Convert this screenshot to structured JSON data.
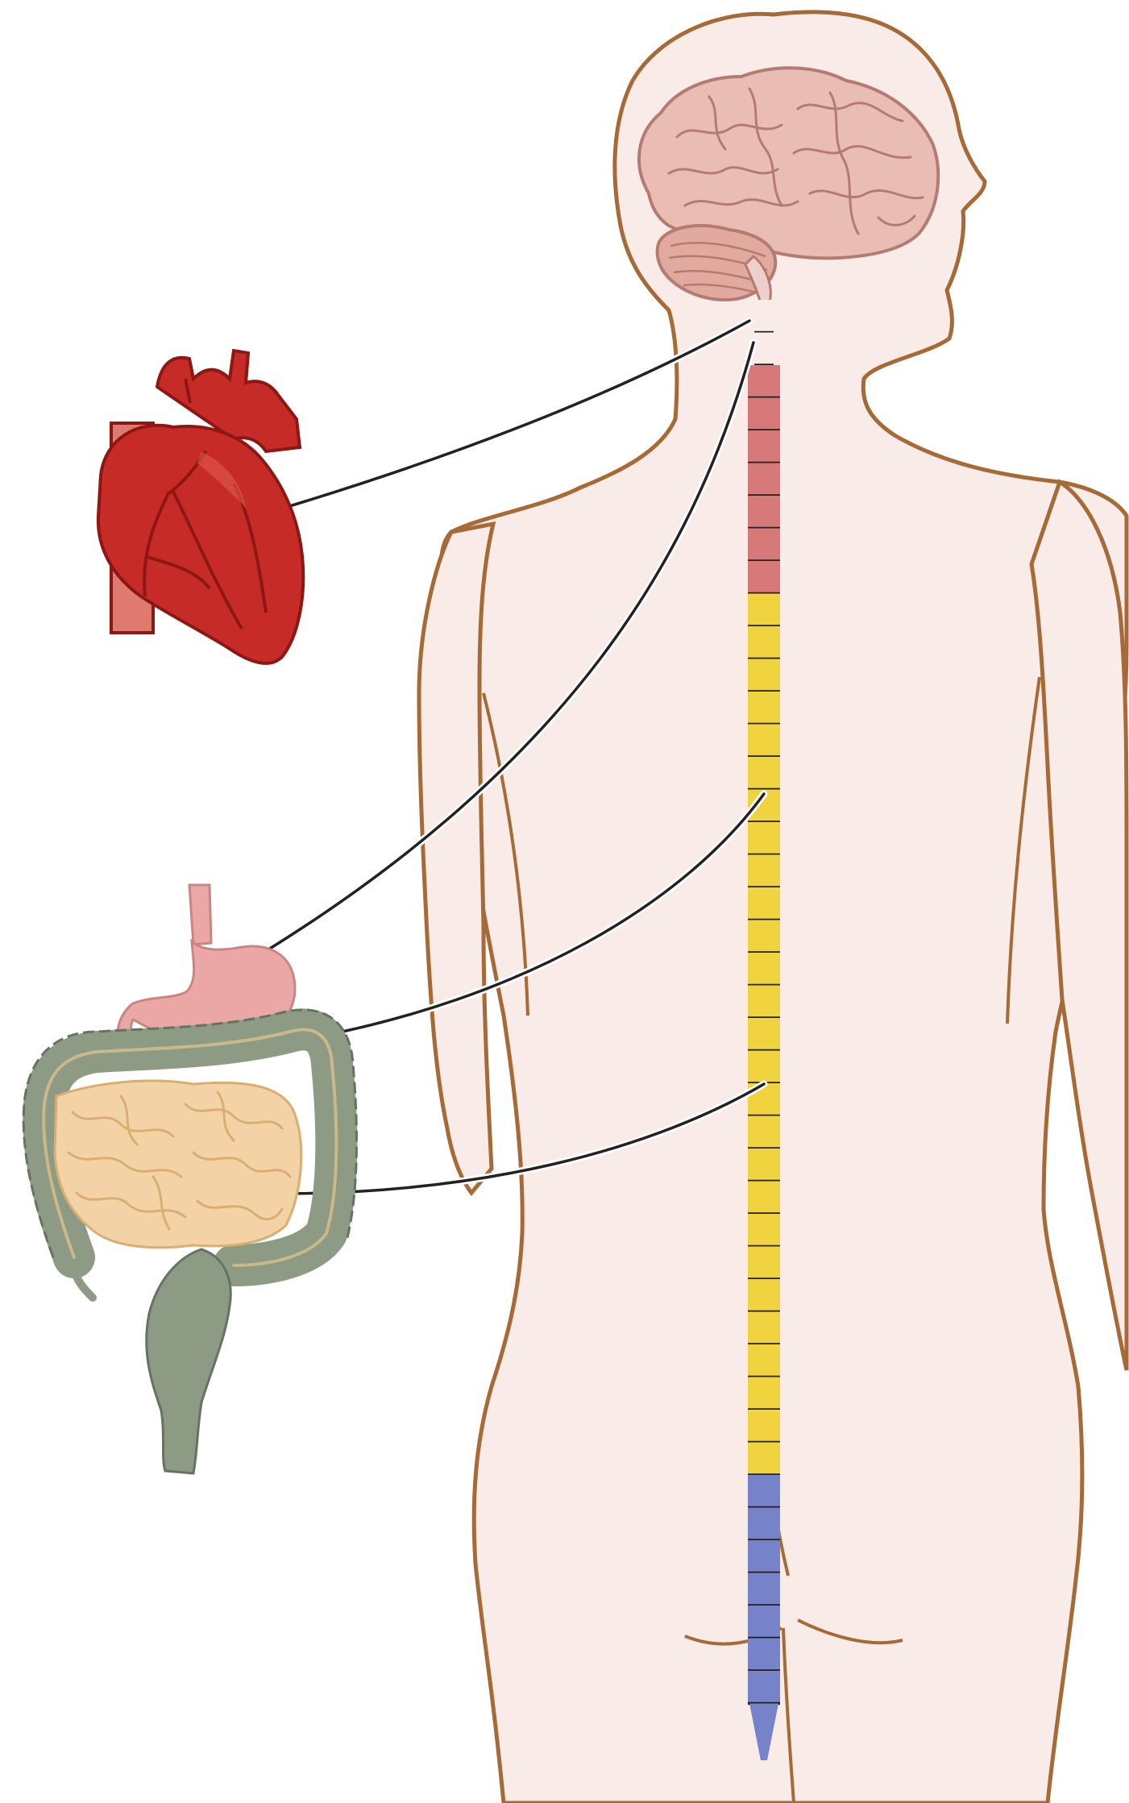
{
  "colors": {
    "background": "#ffffff",
    "body_fill": "#f9ebe7",
    "body_outline": "#a66a36",
    "brain_fill": "#e9bcb4",
    "brain_outline": "#b47b72",
    "heart": "#c72b27",
    "heart_dark": "#8d1712",
    "stomach": "#eaa7a5",
    "colon": "#8d9a84",
    "colon_dark": "#667262",
    "small_intestine": "#f3d3a5",
    "nerve_line": "#222222",
    "spine_cervical": "#d77978",
    "spine_thoracic": "#f1d340",
    "spine_lumbar": "#7683c8"
  },
  "spinal_segments": [
    {
      "region": "brainstem",
      "color_key": "body_fill",
      "count": 2
    },
    {
      "region": "cervical",
      "color_key": "spine_cervical",
      "count": 7
    },
    {
      "region": "thoracic",
      "color_key": "spine_thoracic",
      "count": 27
    },
    {
      "region": "lumbar",
      "color_key": "spine_lumbar",
      "count": 8
    }
  ],
  "organs": [
    {
      "name": "heart-icon"
    },
    {
      "name": "stomach-icon"
    },
    {
      "name": "colon-icon"
    },
    {
      "name": "small-intestine-icon"
    },
    {
      "name": "brain-icon"
    }
  ]
}
